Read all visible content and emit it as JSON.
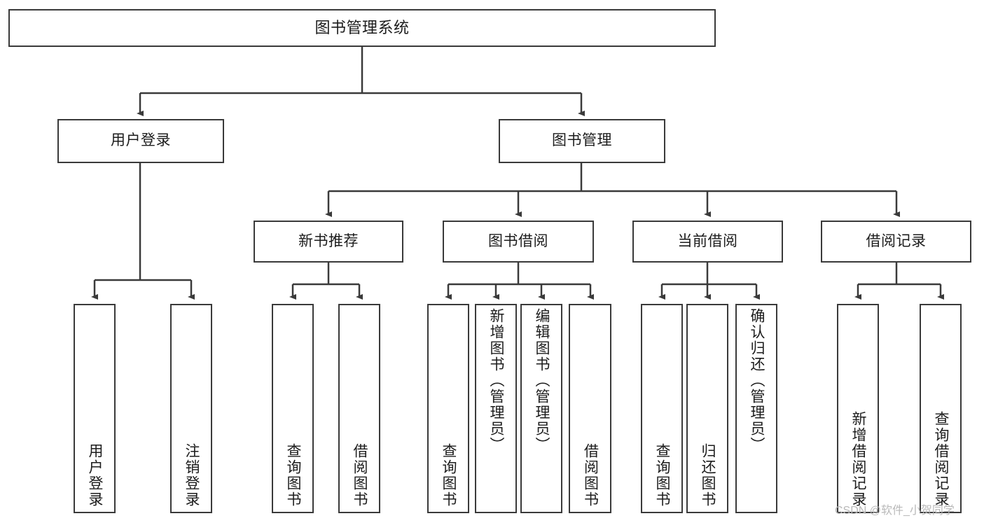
{
  "diagram": {
    "title": "图书管理系统",
    "root": {
      "label": "图书管理系统"
    },
    "level1": [
      {
        "label": "用户登录"
      },
      {
        "label": "图书管理"
      }
    ],
    "level2": [
      {
        "label": "新书推荐"
      },
      {
        "label": "图书借阅"
      },
      {
        "label": "当前借阅"
      },
      {
        "label": "借阅记录"
      }
    ],
    "leaves": {
      "user_login": [
        {
          "label": "用户登录"
        },
        {
          "label": "注销登录"
        }
      ],
      "new_book_recommend": [
        {
          "label": "查询图书"
        },
        {
          "label": "借阅图书"
        }
      ],
      "book_borrow": [
        {
          "label": "查询图书"
        },
        {
          "label": "新增图书（管理员）"
        },
        {
          "label": "编辑图书（管理员）"
        },
        {
          "label": "借阅图书"
        }
      ],
      "current_borrow": [
        {
          "label": "查询图书"
        },
        {
          "label": "归还图书"
        },
        {
          "label": "确认归还（管理员）"
        }
      ],
      "borrow_record": [
        {
          "label": "新增借阅记录"
        },
        {
          "label": "查询借阅记录"
        }
      ]
    }
  },
  "watermark": {
    "text": "CSDN @软件_小贺同学"
  },
  "colors": {
    "stroke": "#3a3a3a",
    "background": "#ffffff",
    "text": "#1c1c1c",
    "watermark": "#b9b9b9"
  }
}
